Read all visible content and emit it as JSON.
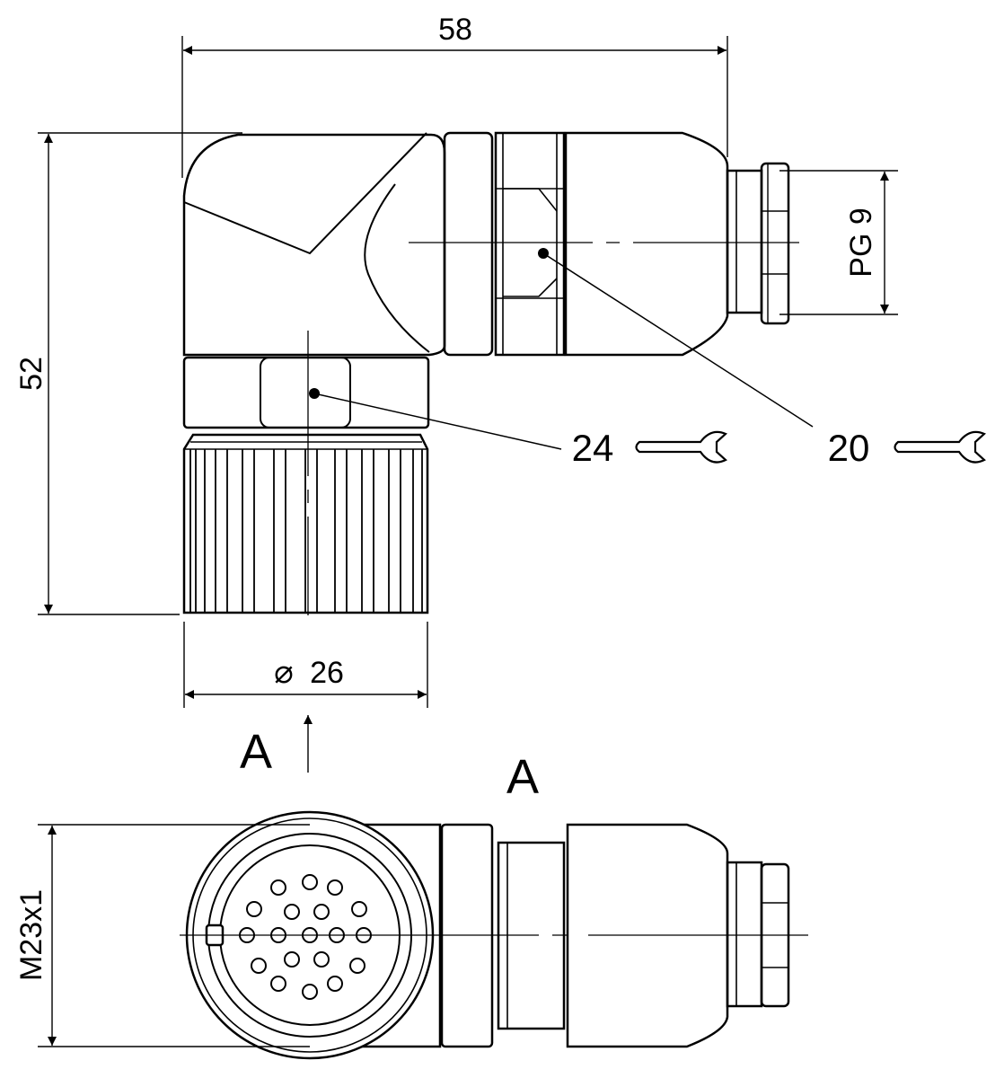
{
  "drawing": {
    "dim_width": "58",
    "dim_height": "52",
    "dim_diameter_symbol": "⌀",
    "dim_diameter": "26",
    "dim_thread": "PG 9",
    "dim_m23": "M23x1",
    "callout_body_nut": "24",
    "callout_cable_nut": "20",
    "view_arrow_label": "A",
    "view_title": "A"
  },
  "colors": {
    "line": "#000000",
    "background": "#ffffff"
  }
}
